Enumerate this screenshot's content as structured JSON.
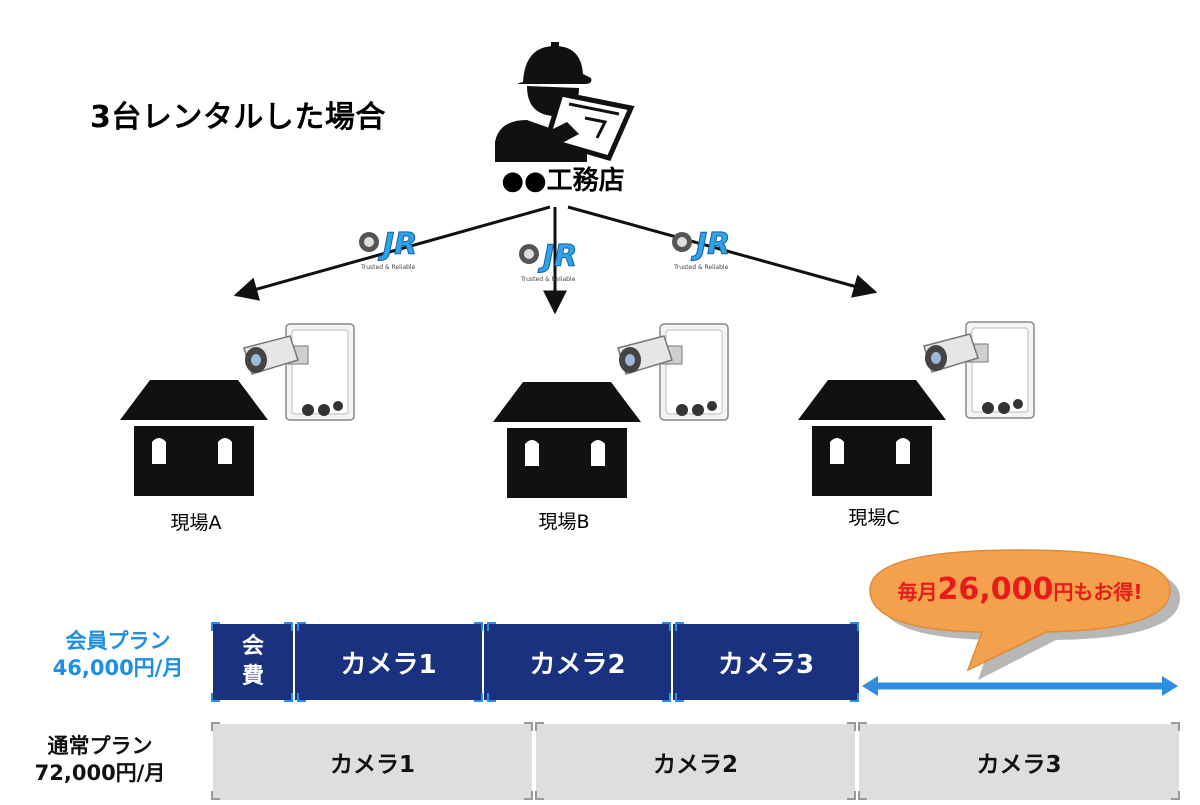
{
  "title": "3台レンタルした場合",
  "company": "●●工務店",
  "logos": [
    {
      "name": "JR",
      "tagline": "Trusted & Reliable"
    },
    {
      "name": "JR",
      "tagline": "Trusted & Reliable"
    },
    {
      "name": "JR",
      "tagline": "Trusted & Reliable"
    }
  ],
  "sites": [
    "現場A",
    "現場B",
    "現場C"
  ],
  "member_plan": {
    "name": "会員プラン",
    "price": "46,000円/月",
    "fee_label_1": "会",
    "fee_label_2": "費",
    "cameras": [
      "カメラ1",
      "カメラ2",
      "カメラ3"
    ]
  },
  "normal_plan": {
    "name": "通常プラン",
    "price": "72,000円/月",
    "cameras": [
      "カメラ1",
      "カメラ2",
      "カメラ3"
    ]
  },
  "savings": {
    "prefix": "毎月",
    "amount": "26,000",
    "suffix": "円もお得!"
  },
  "colors": {
    "member_bar": "#19317f",
    "member_text": "#1e8ee6",
    "normal_bar": "#dedede",
    "bubble": "#f4a14d",
    "savings_text": "#e81b1b",
    "range_arrow": "#2f8de0"
  }
}
